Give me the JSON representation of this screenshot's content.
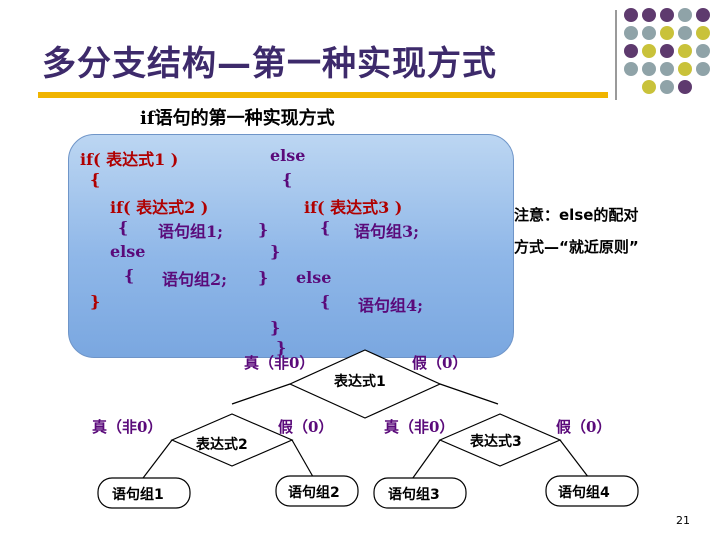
{
  "slide": {
    "title": "多分支结构—第一种实现方式",
    "subtitle": "if语句的第一种实现方式",
    "page_number": "21"
  },
  "code": {
    "if1": "if( 表达式1 )",
    "lbrace1": "{",
    "if2": "if( 表达式2 )",
    "lbrace_a": "{",
    "stmt1": "语句组1;",
    "rbrace_a": "}",
    "else_inner": "else",
    "lbrace_b": "{",
    "stmt2": "语句组2;",
    "rbrace_b": "}",
    "rbrace1": "}",
    "else_outer": "else",
    "lbrace2": "{",
    "if3": "if( 表达式3 )",
    "lbrace_c": "{",
    "stmt3": "语句组3;",
    "rbrace_c": "}",
    "else_inner2": "else",
    "lbrace_d": "{",
    "stmt4": "语句组4;",
    "rbrace_d": "}",
    "rbrace2": "}"
  },
  "note": {
    "line1": "注意：else的配对",
    "line2": "方式—“就近原则”"
  },
  "flowchart": {
    "top_true": "真（非0）",
    "top_false": "假（0）",
    "expr1": "表达式1",
    "expr2": "表达式2",
    "expr3": "表达式3",
    "left_true": "真（非0）",
    "left_false": "假（0）",
    "right_true": "真（非0）",
    "right_false": "假（0）",
    "box1": "语句组1",
    "box2": "语句组2",
    "box3": "语句组3",
    "box4": "语句组4"
  },
  "colors": {
    "title": "#3d2a6b",
    "accent_bar": "#f0b400",
    "code_red": "#b00000",
    "code_purple": "#5a0a7a",
    "box_fill": "#ffffff",
    "dot_purple": "#5e3a6e",
    "dot_gray": "#8fa3a8",
    "dot_yellow": "#c9c23a"
  }
}
